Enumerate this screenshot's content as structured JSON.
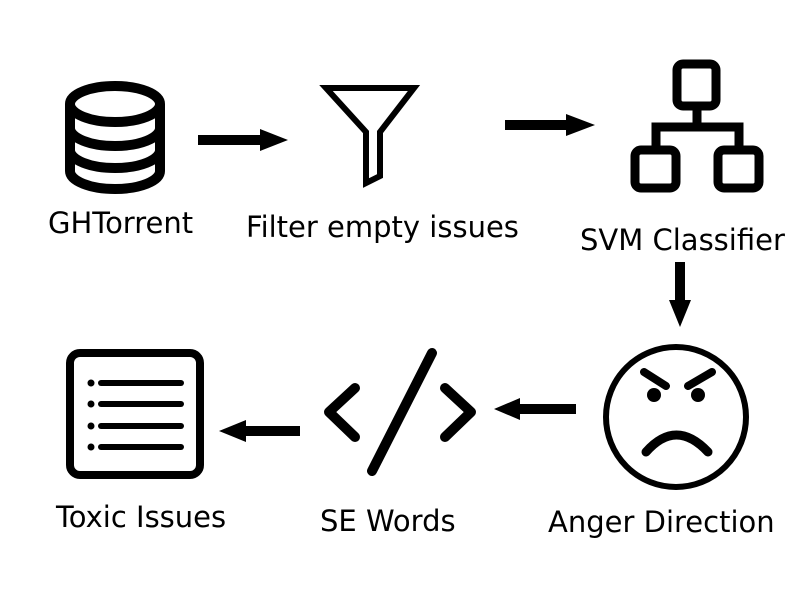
{
  "diagram": {
    "nodes": [
      {
        "id": "ghtorrent",
        "label": "GHTorrent",
        "icon": "database-icon"
      },
      {
        "id": "filter",
        "label": "Filter empty issues",
        "icon": "funnel-icon"
      },
      {
        "id": "svm",
        "label": "SVM Classifier",
        "icon": "hierarchy-icon"
      },
      {
        "id": "anger",
        "label": "Anger Direction",
        "icon": "angry-face-icon"
      },
      {
        "id": "seword",
        "label": "SE Words",
        "icon": "code-icon"
      },
      {
        "id": "toxic",
        "label": "Toxic Issues",
        "icon": "list-document-icon"
      }
    ],
    "edges": [
      {
        "from": "ghtorrent",
        "to": "filter"
      },
      {
        "from": "filter",
        "to": "svm"
      },
      {
        "from": "svm",
        "to": "anger"
      },
      {
        "from": "anger",
        "to": "seword"
      },
      {
        "from": "seword",
        "to": "toxic"
      }
    ],
    "colors": {
      "stroke": "#000000",
      "background": "#ffffff"
    }
  }
}
